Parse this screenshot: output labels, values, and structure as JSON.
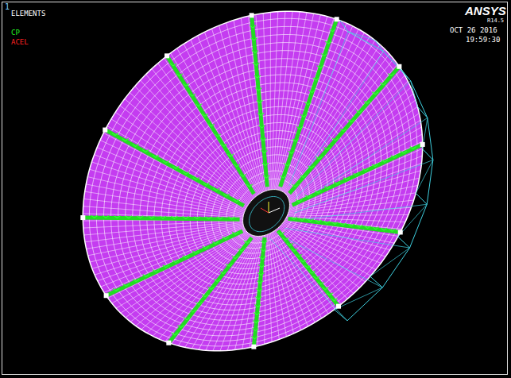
{
  "diagram": {
    "labels": [
      "1",
      "ELEMENTS",
      "CP",
      "ACEL",
      "ANSYS",
      "R14.5",
      "OCT 26 2016",
      "19:59:30"
    ]
  }
}
